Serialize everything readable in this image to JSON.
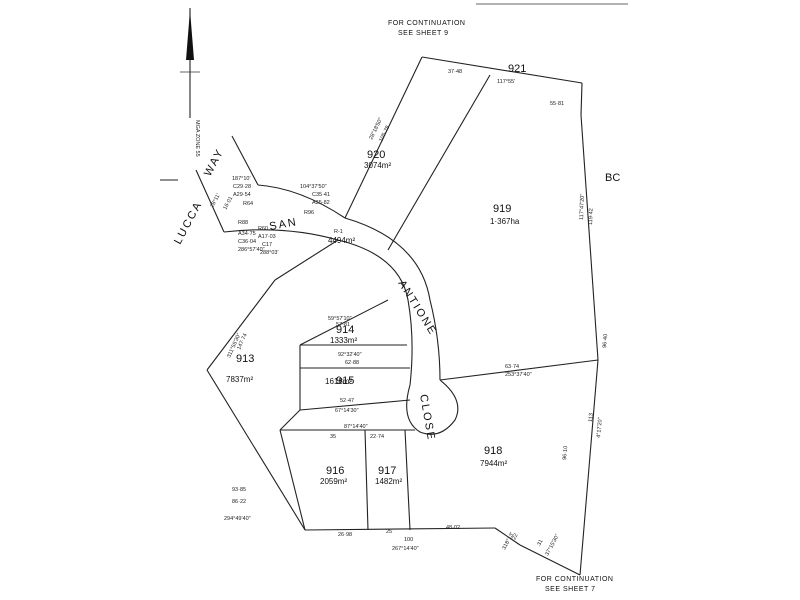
{
  "north": {
    "label": "MGA ZONE 55"
  },
  "notes": {
    "top_line1": "FOR CONTINUATION",
    "top_line2": "SEE SHEET 9",
    "bottom_line1": "FOR CONTINUATION",
    "bottom_line2": "SEE SHEET 7"
  },
  "roads": {
    "lucca": "LUCCA",
    "way": "WAY",
    "san": "SAN",
    "antione": "ANTIONE",
    "close": "CLOSE"
  },
  "lots": {
    "l921": {
      "number": "921"
    },
    "l920": {
      "number": "920",
      "area": "3074m²"
    },
    "l919": {
      "number": "919",
      "area": "1·367ha"
    },
    "bc": {
      "number": "BC"
    },
    "r1": {
      "number": "R-1",
      "area": "4494m²"
    },
    "l913": {
      "number": "913",
      "area": "7837m²"
    },
    "l914": {
      "number": "914",
      "area": "1333m²"
    },
    "l915": {
      "number": "915",
      "area": "1618m²"
    },
    "l916": {
      "number": "916",
      "area": "2059m²"
    },
    "l917": {
      "number": "917",
      "area": "1482m²"
    },
    "l918": {
      "number": "918",
      "area": "7944m²"
    }
  },
  "dims": {
    "d1": "187°10'",
    "d2": "C29·28",
    "d3": "A29·54",
    "d4": "R64",
    "d5": "28°11'",
    "d6": "16·01",
    "d7": "R88",
    "d8": "A34·75",
    "d9": "C36·04",
    "d10": "286°57'40\"",
    "d11": "104°37'50\"",
    "d12": "C35·41",
    "d13": "A35·82",
    "d14": "R96",
    "d15": "R60",
    "d16": "A17·03",
    "d17": "C17",
    "d18": "288°03'",
    "d19": "28°18'50\"",
    "d20": "105·78",
    "d21": "37·48",
    "d22": "117°55'",
    "d23": "55·81",
    "d24": "117°47'20\"",
    "d25": "119·42",
    "d26": "311°55'30\"",
    "d27": "147·74",
    "d28": "92°32'40\"",
    "d29": "67°14'30\"",
    "d30": "52·47",
    "d31": "62·88",
    "d32": "57·81",
    "d33": "59°57'10\"",
    "d34": "63·74",
    "d35": "253°37'40\"",
    "d36": "87°14'40\"",
    "d37": "35",
    "d38": "22·74",
    "d39": "26·98",
    "d40": "25",
    "d41": "48·02",
    "d42": "100",
    "d43": "267°14'40\"",
    "d44": "93·85",
    "d45": "86·22",
    "d46": "294°49'40\"",
    "d47": "318°13'",
    "d48": "22",
    "d49": "31",
    "d50": "37°15'30\"",
    "d51": "96·10",
    "d52": "4°17'20\"",
    "d53": "113",
    "d54": "96·40"
  }
}
